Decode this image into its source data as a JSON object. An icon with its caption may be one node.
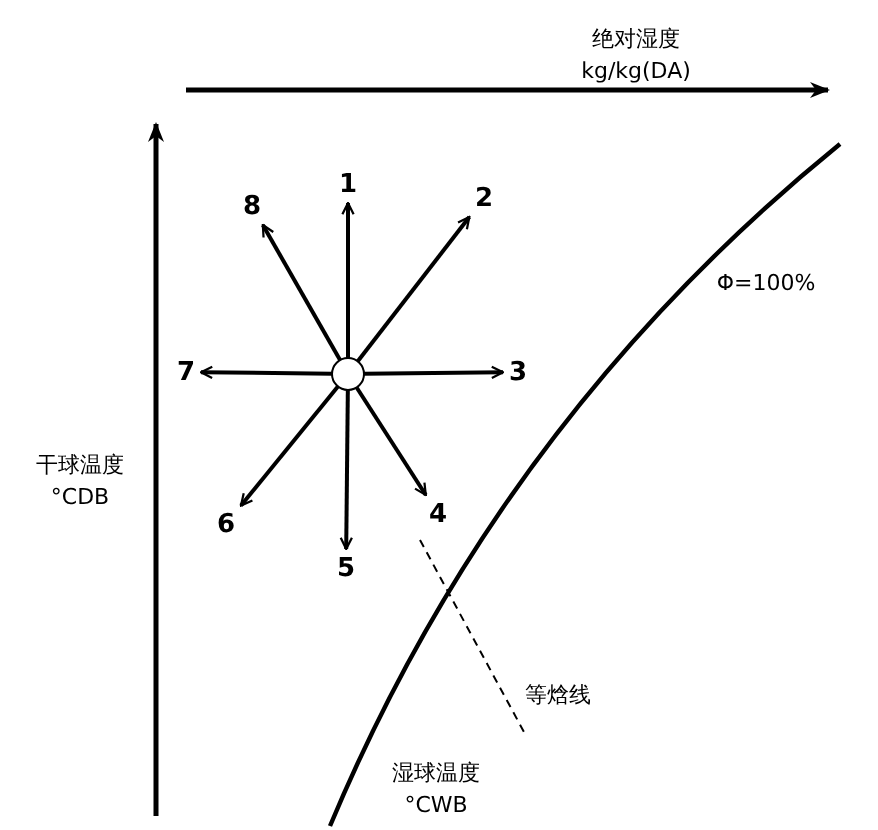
{
  "diagram": {
    "nodes": [
      {
        "text": [],
        "shape": "circle"
      },
      {
        "text": [
          "1"
        ]
      },
      {
        "text": [
          "2"
        ]
      },
      {
        "text": [
          "3"
        ]
      },
      {
        "text": [
          "4"
        ]
      },
      {
        "text": [
          "5"
        ]
      },
      {
        "text": [
          "6"
        ]
      },
      {
        "text": [
          "7"
        ]
      },
      {
        "text": [
          "8"
        ]
      }
    ],
    "edges": [
      {
        "from": 0,
        "to": 1,
        "arrow": "to"
      },
      {
        "from": 0,
        "to": 2,
        "arrow": "to"
      },
      {
        "from": 0,
        "to": 3,
        "arrow": "to"
      },
      {
        "from": 0,
        "to": 4,
        "arrow": "to"
      },
      {
        "from": 0,
        "to": 5,
        "arrow": "to"
      },
      {
        "from": 0,
        "to": 6,
        "arrow": "to"
      },
      {
        "from": 0,
        "to": 7,
        "arrow": "to"
      },
      {
        "from": 0,
        "to": 8,
        "arrow": "to"
      }
    ],
    "labels": [
      "绝对湿度",
      "kg/kg(DA)",
      "Φ=100%",
      "干球温度",
      "°CDB",
      "等焓线",
      "湿球温度",
      "°CWB"
    ]
  }
}
